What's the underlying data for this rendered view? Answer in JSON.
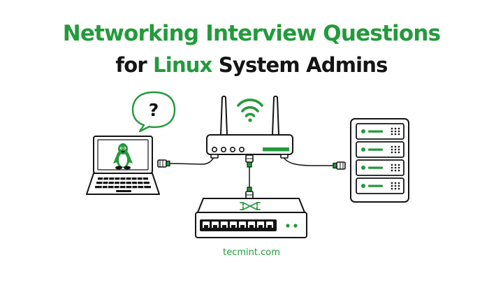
{
  "title": {
    "line1": "Networking Interview Questions",
    "line2_prefix": "for ",
    "line2_accent": "Linux",
    "line2_suffix": " System Admins"
  },
  "bubble": {
    "symbol": "?"
  },
  "footer": {
    "site": "tecmint.com"
  },
  "colors": {
    "accent": "#239a3b",
    "ink": "#141414"
  },
  "icons": {
    "question": "speech-bubble-question-icon",
    "laptop": "laptop-icon",
    "linux": "tux-penguin-icon",
    "router": "wifi-router-icon",
    "wifi": "wifi-signal-icon",
    "switch": "network-switch-icon",
    "server": "server-rack-icon"
  }
}
